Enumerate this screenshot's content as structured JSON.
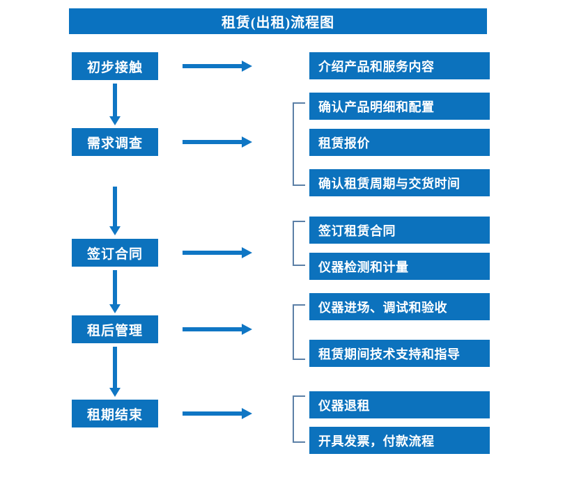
{
  "chart_data": {
    "type": "diagram",
    "title": "租赁(出租)流程图",
    "diagram_kind": "flowchart",
    "orientation": "vertical-with-branches",
    "stages": [
      {
        "id": "stage-1",
        "label": "初步接触",
        "details": [
          "介绍产品和服务内容"
        ],
        "bracketed": false
      },
      {
        "id": "stage-2",
        "label": "需求调查",
        "details": [
          "确认产品明细和配置",
          "租赁报价",
          "确认租赁周期与交货时间"
        ],
        "bracketed": true
      },
      {
        "id": "stage-3",
        "label": "签订合同",
        "details": [
          "签订租赁合同",
          "仪器检测和计量"
        ],
        "bracketed": true
      },
      {
        "id": "stage-4",
        "label": "租后管理",
        "details": [
          "仪器进场、调试和验收",
          "租赁期间技术支持和指导"
        ],
        "bracketed": true
      },
      {
        "id": "stage-5",
        "label": "租期结束",
        "details": [
          "仪器退租",
          "开具发票，付款流程"
        ],
        "bracketed": true
      }
    ]
  },
  "title": {
    "text": "租赁(出租)流程图"
  },
  "stages": [
    {
      "label": "初步接触"
    },
    {
      "label": "需求调查"
    },
    {
      "label": "签订合同"
    },
    {
      "label": "租后管理"
    },
    {
      "label": "租期结束"
    }
  ],
  "details": [
    {
      "label": "介绍产品和服务内容"
    },
    {
      "label": "确认产品明细和配置"
    },
    {
      "label": "租赁报价"
    },
    {
      "label": "确认租赁周期与交货时间"
    },
    {
      "label": "签订租赁合同"
    },
    {
      "label": "仪器检测和计量"
    },
    {
      "label": "仪器进场、调试和验收"
    },
    {
      "label": "租赁期间技术支持和指导"
    },
    {
      "label": "仪器退租"
    },
    {
      "label": "开具发票，付款流程"
    }
  ],
  "colors": {
    "title_bar": "#0a72c0",
    "box_fill": "#0c72bd",
    "box_text": "#ffffff",
    "arrow": "#0f76c4",
    "bracket": "#5b7fa6",
    "background": "#ffffff"
  }
}
